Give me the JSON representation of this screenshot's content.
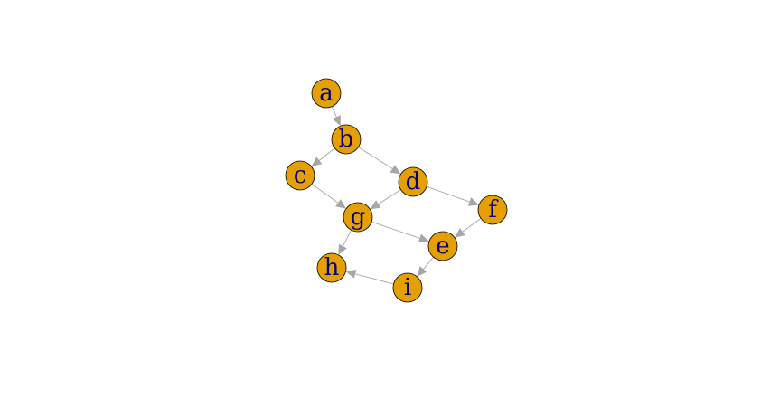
{
  "diagram": {
    "type": "directed-graph",
    "colors": {
      "node_fill": "#e69f00",
      "node_stroke": "#000000",
      "label": "#000080",
      "edge": "#a6a6a6",
      "background": "#ffffff"
    },
    "nodes": [
      {
        "id": "a",
        "label": "a"
      },
      {
        "id": "b",
        "label": "b"
      },
      {
        "id": "c",
        "label": "c"
      },
      {
        "id": "d",
        "label": "d"
      },
      {
        "id": "f",
        "label": "f"
      },
      {
        "id": "g",
        "label": "g"
      },
      {
        "id": "e",
        "label": "e"
      },
      {
        "id": "h",
        "label": "h"
      },
      {
        "id": "i",
        "label": "i"
      }
    ],
    "edges": [
      {
        "from": "a",
        "to": "b"
      },
      {
        "from": "b",
        "to": "c"
      },
      {
        "from": "b",
        "to": "d"
      },
      {
        "from": "c",
        "to": "g"
      },
      {
        "from": "d",
        "to": "g"
      },
      {
        "from": "d",
        "to": "f"
      },
      {
        "from": "g",
        "to": "e"
      },
      {
        "from": "f",
        "to": "e"
      },
      {
        "from": "g",
        "to": "h"
      },
      {
        "from": "e",
        "to": "i"
      },
      {
        "from": "i",
        "to": "h"
      }
    ]
  }
}
